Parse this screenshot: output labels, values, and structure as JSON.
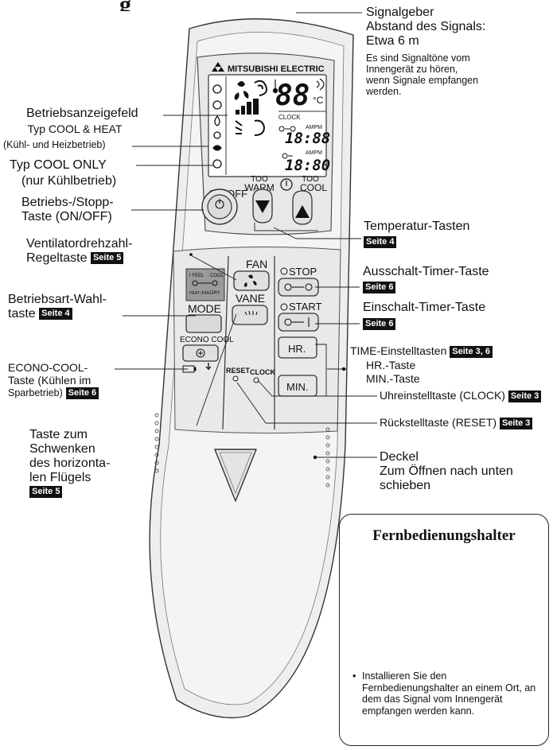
{
  "heading": "g",
  "brand": "MITSUBISHI ELECTRIC",
  "remote": {
    "display": {
      "temp": "88",
      "unit": "°C",
      "clock_label": "CLOCK",
      "ampm": "AMPM",
      "time1": "18:88",
      "ampm2": "AMPM",
      "time2": "18:80"
    },
    "buttons": {
      "onoff": "ON/OFF",
      "too_warm": "TOO WARM",
      "too_cool": "TOO COOL",
      "fan": "FAN",
      "vane": "VANE",
      "stop": "STOP",
      "start": "START",
      "mode": "MODE",
      "hr": "HR.",
      "min": "MIN.",
      "econo": "ECONO COOL",
      "reset": "RESET",
      "clock": "CLOCK"
    },
    "mode_panel": {
      "ifeel": "I FEEL",
      "cool": "COOL",
      "heat_fan": "HEAT /FAN",
      "dry": "DRY"
    }
  },
  "labels": {
    "signal": [
      "Signalgeber",
      "Abstand des Signals:",
      "Etwa 6 m"
    ],
    "signal_note": [
      "Es sind Signaltöne vom",
      "Innengerät zu hören,",
      "wenn Signale empfangen",
      "werden."
    ],
    "display_panel": "Betriebsanzeigefeld",
    "type_heat": [
      "Typ COOL & HEAT",
      "(Kühl- und Heizbetrieb)"
    ],
    "type_cool": [
      "Typ COOL ONLY",
      "(nur Kühlbetrieb)"
    ],
    "onoff_btn": [
      "Betriebs-/Stopp-",
      "Taste (ON/OFF)"
    ],
    "fan_btn": [
      "Ventilatordrehzahl-",
      "Regeltaste"
    ],
    "fan_ref": "Seite 5",
    "mode_btn": [
      "Betriebsart-Wahl-",
      "taste"
    ],
    "mode_ref": "Seite 4",
    "econo_btn": [
      "ECONO-COOL-",
      "Taste (Kühlen im",
      "Sparbetrieb)"
    ],
    "econo_ref": "Seite 6",
    "vane_btn": [
      "Taste zum",
      "Schwenken",
      "des horizonta-",
      "len Flügels"
    ],
    "vane_ref": "Seite 5",
    "temp_btn": "Temperatur-Tasten",
    "temp_ref": "Seite 4",
    "off_timer": "Ausschalt-Timer-Taste",
    "off_ref": "Seite 6",
    "on_timer": "Einschalt-Timer-Taste",
    "on_ref": "Seite 6",
    "time_set": "TIME-Einstelltasten",
    "time_ref": "Seite 3, 6",
    "hr_btn": "HR.-Taste",
    "min_btn": "MIN.-Taste",
    "clock_btn": "Uhreinstelltaste (CLOCK)",
    "clock_ref": "Seite 3",
    "reset_btn": "Rückstelltaste (RESET)",
    "reset_ref": "Seite 3",
    "cover": [
      "Deckel",
      "Zum Öffnen nach unten",
      "schieben"
    ]
  },
  "holder": {
    "title": "Fernbedienungshalter",
    "note": "Installieren Sie den Fernbedienungshalter an einem Ort, an dem das Signal vom Innengerät empfangen werden kann."
  }
}
